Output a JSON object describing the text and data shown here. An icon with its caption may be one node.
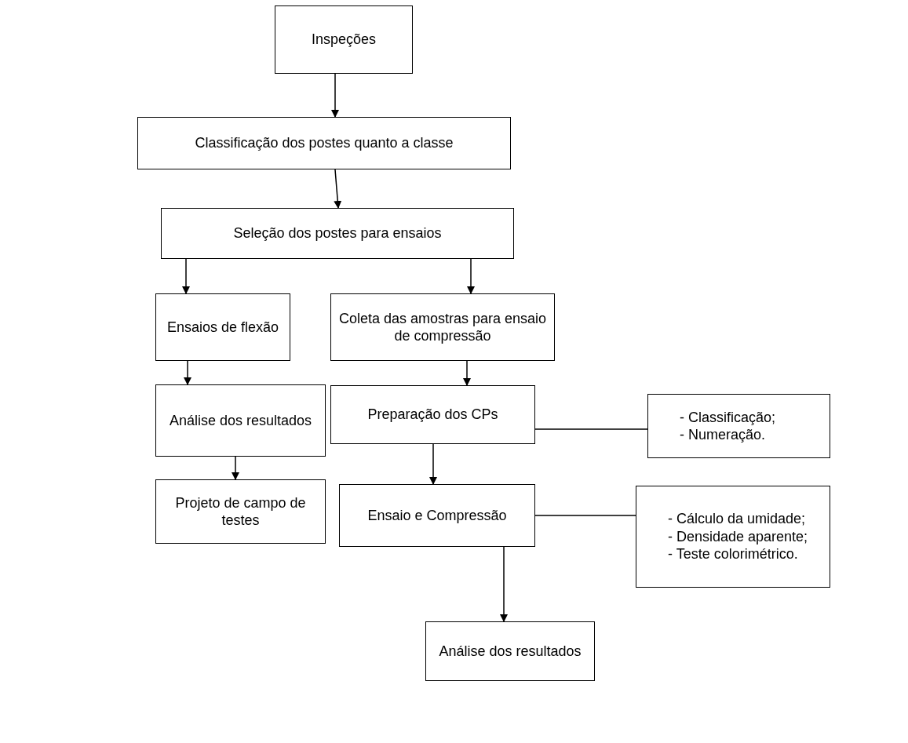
{
  "diagram": {
    "nodes": [
      {
        "text": [
          "Inspeções"
        ]
      },
      {
        "text": [
          "Classificação dos postes quanto a classe"
        ]
      },
      {
        "text": [
          "Seleção dos postes para ensaios"
        ]
      },
      {
        "text": [
          "Ensaios de flexão"
        ]
      },
      {
        "text": [
          "Coleta das amostras para ensaio de compressão"
        ]
      },
      {
        "text": [
          "Análise dos resultados"
        ]
      },
      {
        "text": [
          "Preparação dos CPs"
        ]
      },
      {
        "text": [
          "- Classificação;",
          "- Numeração."
        ]
      },
      {
        "text": [
          "Projeto de campo de testes"
        ]
      },
      {
        "text": [
          "Ensaio e Compressão"
        ]
      },
      {
        "text": [
          "- Cálculo da umidade;",
          "- Densidade aparente;",
          "- Teste colorimétrico."
        ]
      },
      {
        "text": [
          "Análise dos resultados"
        ]
      }
    ],
    "edges": [
      {
        "from": 0,
        "to": 1,
        "arrow": "to"
      },
      {
        "from": 1,
        "to": 2,
        "arrow": "to"
      },
      {
        "from": 2,
        "to": 3,
        "arrow": "to"
      },
      {
        "from": 2,
        "to": 4,
        "arrow": "to"
      },
      {
        "from": 3,
        "to": 5,
        "arrow": "to"
      },
      {
        "from": 4,
        "to": 6,
        "arrow": "to"
      },
      {
        "from": 5,
        "to": 8,
        "arrow": "to"
      },
      {
        "from": 6,
        "to": 7,
        "arrow": "none"
      },
      {
        "from": 6,
        "to": 9,
        "arrow": "to"
      },
      {
        "from": 9,
        "to": 10,
        "arrow": "none"
      },
      {
        "from": 9,
        "to": 11,
        "arrow": "to"
      }
    ]
  }
}
